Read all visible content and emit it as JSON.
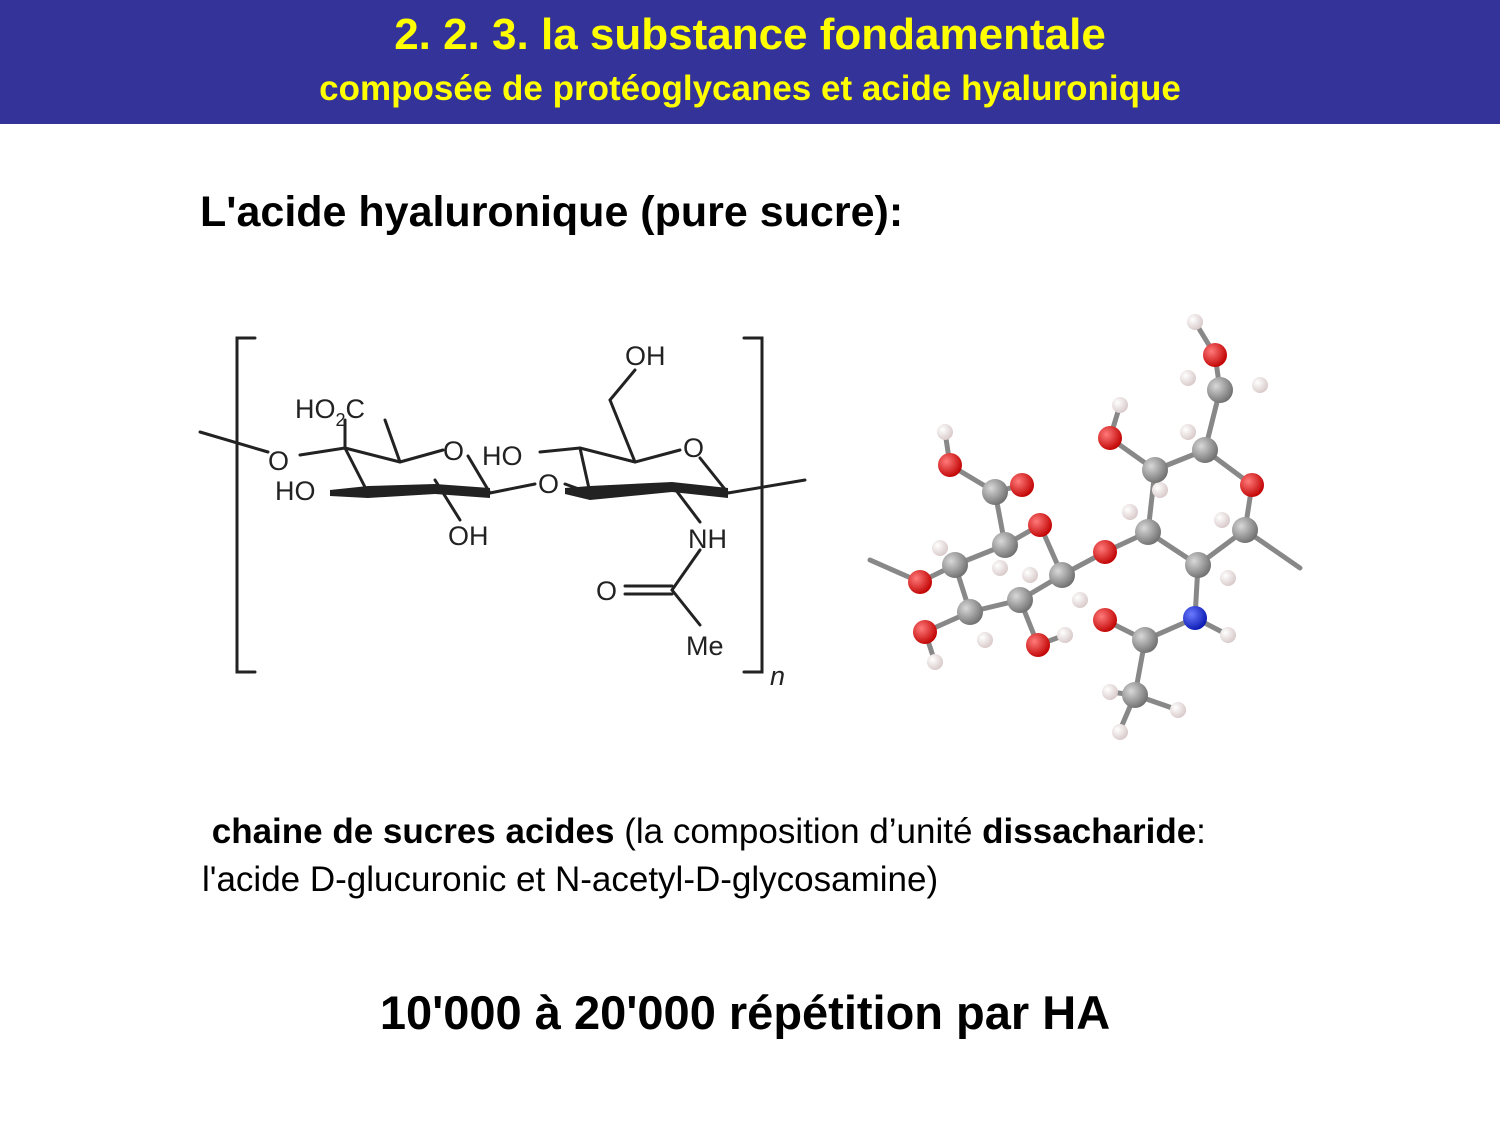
{
  "header": {
    "title": "2. 2. 3. la substance fondamentale",
    "subtitle": "composée de protéoglycanes et acide hyaluronique"
  },
  "section_heading": "L'acide hyaluronique (pure sucre):",
  "structure_labels": {
    "ho2c_ho": "HO",
    "ho2c_sub": "2",
    "ho2c_c": "C",
    "ring1_o": "O",
    "link_o_left": "O",
    "ho_left": "HO",
    "oh_bottom": "OH",
    "ho_mid": "HO",
    "link_o_mid": "O",
    "oh_top": "OH",
    "ring2_o": "O",
    "nh": "NH",
    "carbonyl_o": "O",
    "me": "Me",
    "repeat_n": "n"
  },
  "description": {
    "bold1": "chaine de sucres acides",
    "text1": " (la composition d’unité ",
    "bold2": "dissacharide",
    "text2": ":",
    "line2": "l'acide D-glucuronic et N-acetyl-D-glycosamine)"
  },
  "footer": "10'000 à 20'000 répétition par HA",
  "colors": {
    "header_bg": "#333399",
    "header_text": "#ffff00",
    "carbon": "#8a8a8a",
    "oxygen": "#e00000",
    "nitrogen": "#1020d0",
    "hydrogen": "#f0e4e4"
  },
  "icons": {
    "structure": "haworth-structure-diagram",
    "model": "ball-and-stick-molecule-model"
  }
}
